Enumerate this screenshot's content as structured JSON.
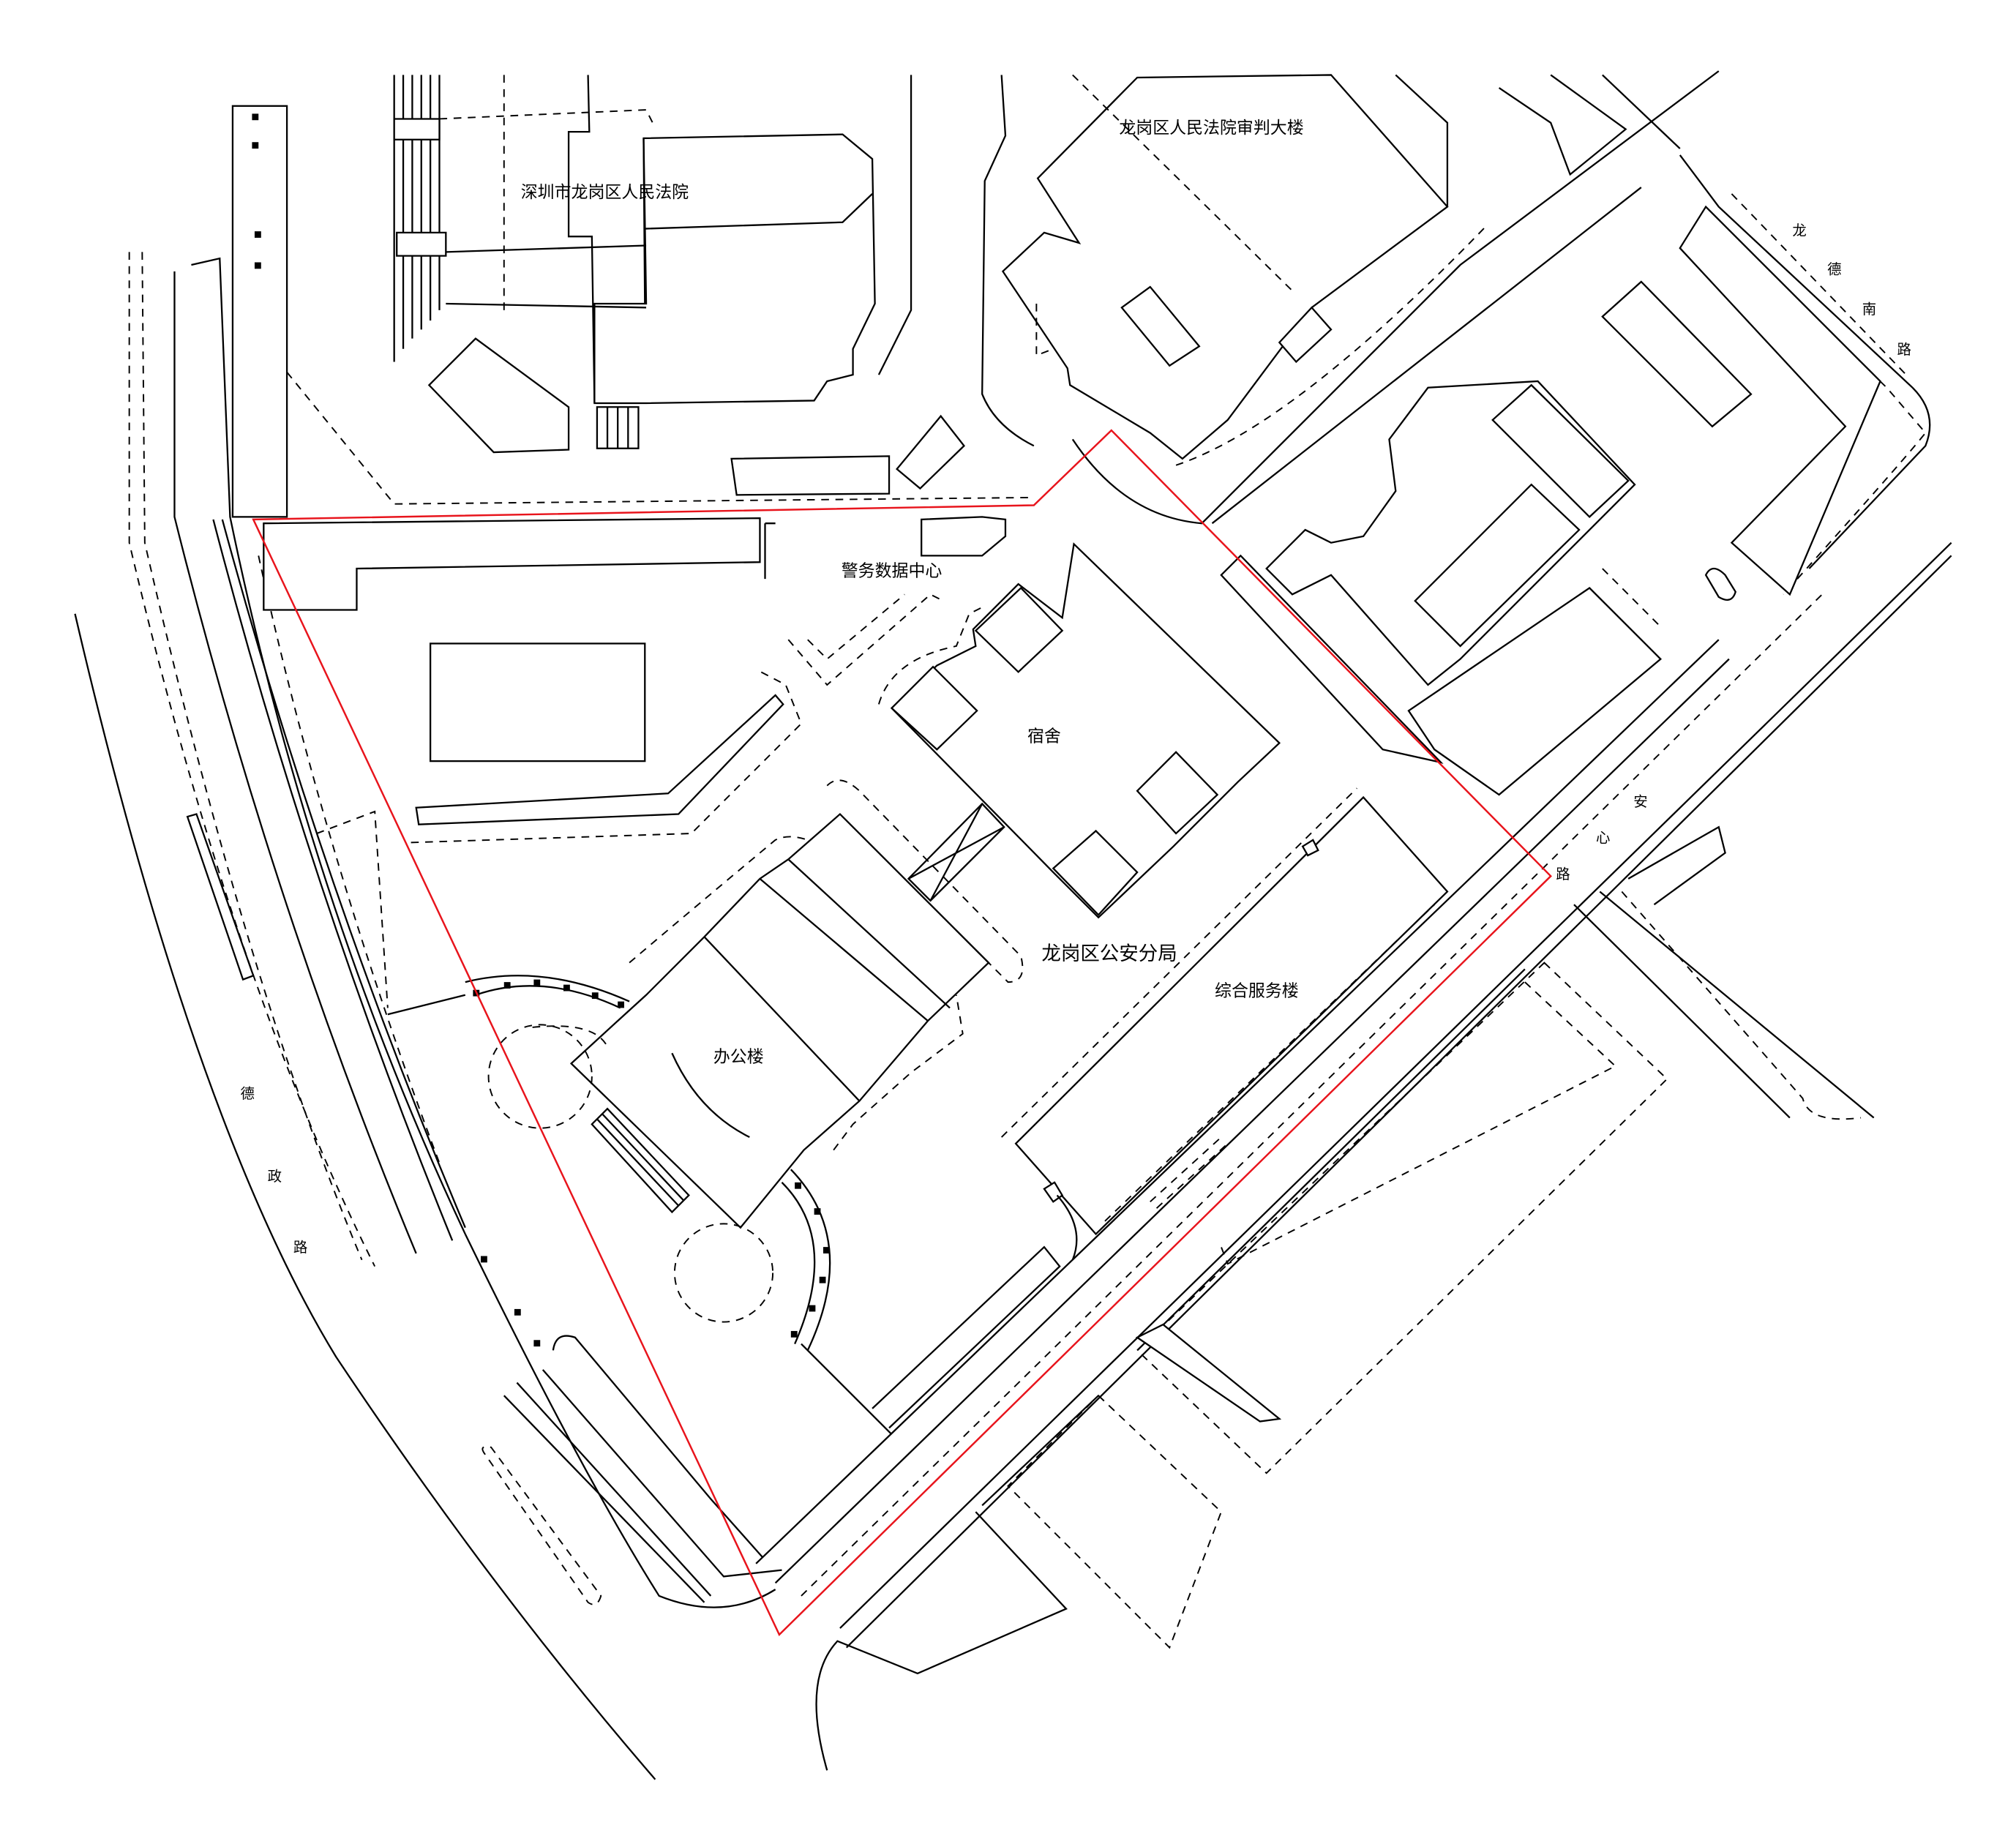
{
  "map": {
    "colors": {
      "site_boundary": "#e8141c",
      "linework": "#000000",
      "background": "#ffffff"
    },
    "buildings": {
      "court": "深圳市龙岗区人民法院",
      "court_trial_building": "龙岗区人民法院审判大楼",
      "police_data_center": "警务数据中心",
      "dormitory": "宿舍",
      "police_bureau": "龙岗区公安分局",
      "service_building": "综合服务楼",
      "office_building": "办公楼"
    },
    "roads": {
      "dezheng": [
        "德",
        "政",
        "路"
      ],
      "longdenan": [
        "龙",
        "德",
        "南",
        "路"
      ],
      "anxin": [
        "安",
        "心",
        "路"
      ]
    }
  }
}
